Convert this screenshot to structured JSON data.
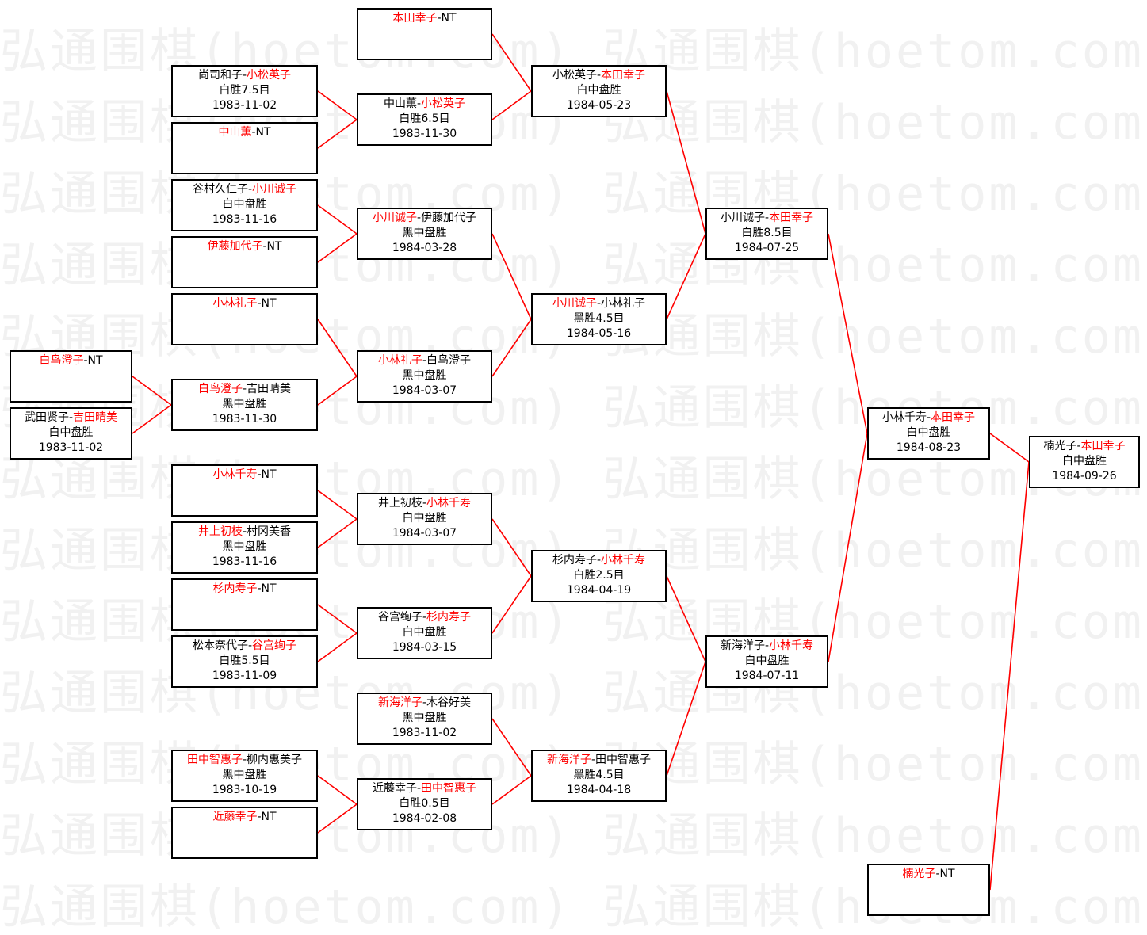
{
  "watermark": "弘通围棋(hoetom.com) 弘通围棋(hoetom.com) 弘通",
  "colors": {
    "winner": "#ff0000",
    "connector": "#ff0000",
    "text": "#000000",
    "border": "#000000"
  },
  "matches": [
    {
      "id": "r1-1",
      "first": "本田幸子",
      "second": "NT",
      "winner": 1,
      "result": "",
      "date": ""
    },
    {
      "id": "r1-2",
      "first": "尚司和子",
      "second": "小松英子",
      "winner": 2,
      "result": "白胜7.5目",
      "date": "1983-11-02"
    },
    {
      "id": "r1-3",
      "first": "中山薫",
      "second": "NT",
      "winner": 1,
      "result": "",
      "date": ""
    },
    {
      "id": "r1-4",
      "first": "谷村久仁子",
      "second": "小川诚子",
      "winner": 2,
      "result": "白中盘胜",
      "date": "1983-11-16"
    },
    {
      "id": "r1-5",
      "first": "伊藤加代子",
      "second": "NT",
      "winner": 1,
      "result": "",
      "date": ""
    },
    {
      "id": "r1-6",
      "first": "小林礼子",
      "second": "NT",
      "winner": 1,
      "result": "",
      "date": ""
    },
    {
      "id": "r1-7",
      "first": "白鸟澄子",
      "second": "NT",
      "winner": 1,
      "result": "",
      "date": ""
    },
    {
      "id": "r1-8",
      "first": "武田贤子",
      "second": "吉田晴美",
      "winner": 2,
      "result": "白中盘胜",
      "date": "1983-11-02"
    },
    {
      "id": "r1-9",
      "first": "白鸟澄子",
      "second": "吉田晴美",
      "winner": 1,
      "result": "黑中盘胜",
      "date": "1983-11-30"
    },
    {
      "id": "r1-10",
      "first": "小林千寿",
      "second": "NT",
      "winner": 1,
      "result": "",
      "date": ""
    },
    {
      "id": "r1-11",
      "first": "井上初枝",
      "second": "村冈美香",
      "winner": 1,
      "result": "黑中盘胜",
      "date": "1983-11-16"
    },
    {
      "id": "r1-12",
      "first": "杉内寿子",
      "second": "NT",
      "winner": 1,
      "result": "",
      "date": ""
    },
    {
      "id": "r1-13",
      "first": "松本奈代子",
      "second": "谷宫绚子",
      "winner": 2,
      "result": "白胜5.5目",
      "date": "1983-11-09"
    },
    {
      "id": "r1-14",
      "first": "新海洋子",
      "second": "木谷好美",
      "winner": 1,
      "result": "黑中盘胜",
      "date": "1983-11-02"
    },
    {
      "id": "r1-15",
      "first": "田中智惠子",
      "second": "柳内惠美子",
      "winner": 1,
      "result": "黑中盘胜",
      "date": "1983-10-19"
    },
    {
      "id": "r1-16",
      "first": "近藤幸子",
      "second": "NT",
      "winner": 1,
      "result": "",
      "date": ""
    },
    {
      "id": "r2-1",
      "first": "中山薫",
      "second": "小松英子",
      "winner": 2,
      "result": "白胜6.5目",
      "date": "1983-11-30"
    },
    {
      "id": "r2-2",
      "first": "小川诚子",
      "second": "伊藤加代子",
      "winner": 1,
      "result": "黑中盘胜",
      "date": "1984-03-28"
    },
    {
      "id": "r2-3",
      "first": "小林礼子",
      "second": "白鸟澄子",
      "winner": 1,
      "result": "黑中盘胜",
      "date": "1984-03-07"
    },
    {
      "id": "r2-4",
      "first": "井上初枝",
      "second": "小林千寿",
      "winner": 2,
      "result": "白中盘胜",
      "date": "1984-03-07"
    },
    {
      "id": "r2-5",
      "first": "谷宫绚子",
      "second": "杉内寿子",
      "winner": 2,
      "result": "白中盘胜",
      "date": "1984-03-15"
    },
    {
      "id": "r2-6",
      "first": "近藤幸子",
      "second": "田中智惠子",
      "winner": 2,
      "result": "白胜0.5目",
      "date": "1984-02-08"
    },
    {
      "id": "r3-1",
      "first": "小松英子",
      "second": "本田幸子",
      "winner": 2,
      "result": "白中盘胜",
      "date": "1984-05-23"
    },
    {
      "id": "r3-2",
      "first": "小川诚子",
      "second": "小林礼子",
      "winner": 1,
      "result": "黑胜4.5目",
      "date": "1984-05-16"
    },
    {
      "id": "r3-3",
      "first": "杉内寿子",
      "second": "小林千寿",
      "winner": 2,
      "result": "白胜2.5目",
      "date": "1984-04-19"
    },
    {
      "id": "r3-4",
      "first": "新海洋子",
      "second": "田中智惠子",
      "winner": 1,
      "result": "黑胜4.5目",
      "date": "1984-04-18"
    },
    {
      "id": "r4-1",
      "first": "小川诚子",
      "second": "本田幸子",
      "winner": 2,
      "result": "白胜8.5目",
      "date": "1984-07-25"
    },
    {
      "id": "r4-2",
      "first": "新海洋子",
      "second": "小林千寿",
      "winner": 2,
      "result": "白中盘胜",
      "date": "1984-07-11"
    },
    {
      "id": "r5-1",
      "first": "小林千寿",
      "second": "本田幸子",
      "winner": 2,
      "result": "白中盘胜",
      "date": "1984-08-23"
    },
    {
      "id": "r6-1",
      "first": "楠光子",
      "second": "NT",
      "winner": 1,
      "result": "",
      "date": ""
    },
    {
      "id": "final",
      "first": "楠光子",
      "second": "本田幸子",
      "winner": 2,
      "result": "白中盘胜",
      "date": "1984-09-26"
    }
  ]
}
